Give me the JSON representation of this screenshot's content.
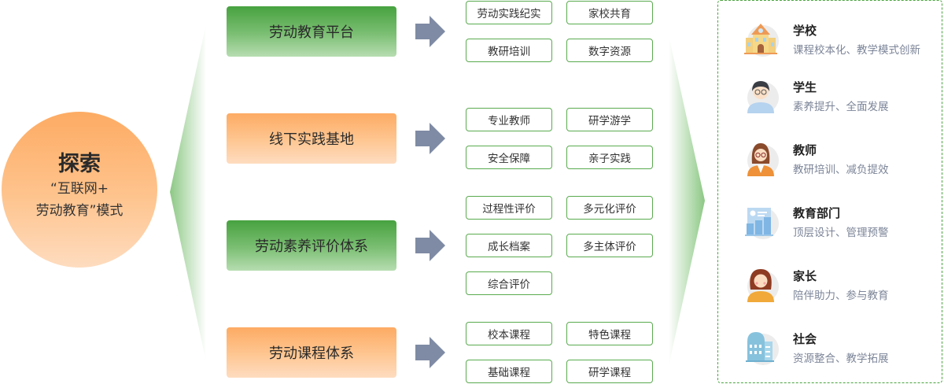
{
  "center": {
    "title": "探索",
    "line1": "“互联网+",
    "line2": "劳动教育”模式"
  },
  "categories": [
    {
      "label": "劳动教育平台",
      "color": "green",
      "tags": [
        "劳动实践纪实",
        "家校共育",
        "教研培训",
        "数字资源"
      ]
    },
    {
      "label": "线下实践基地",
      "color": "orange",
      "tags": [
        "专业教师",
        "研学游学",
        "安全保障",
        "亲子实践"
      ]
    },
    {
      "label": "劳动素养评价体系",
      "color": "green",
      "tags": [
        "过程性评价",
        "多元化评价",
        "成长档案",
        "多主体评价",
        "综合评价"
      ]
    },
    {
      "label": "劳动课程体系",
      "color": "orange",
      "tags": [
        "校本课程",
        "特色课程",
        "基础课程",
        "研学课程"
      ]
    }
  ],
  "beneficiaries": [
    {
      "name": "学校",
      "desc": "课程校本化、教学模式创新",
      "icon": "school-building-icon"
    },
    {
      "name": "学生",
      "desc": "素养提升、全面发展",
      "icon": "student-avatar-icon"
    },
    {
      "name": "教师",
      "desc": "教研培训、减负提效",
      "icon": "teacher-avatar-icon"
    },
    {
      "name": "教育部门",
      "desc": "顶层设计、管理预警",
      "icon": "education-department-icon"
    },
    {
      "name": "家长",
      "desc": "陪伴助力、参与教育",
      "icon": "parent-avatar-icon"
    },
    {
      "name": "社会",
      "desc": "资源整合、教学拓展",
      "icon": "society-building-icon"
    }
  ],
  "colors": {
    "green": "#47a23f",
    "orange": "#fdab63",
    "arrow": "#7f8ba4",
    "tag_border": "#5aab4f",
    "desc_text": "#7c8598"
  }
}
